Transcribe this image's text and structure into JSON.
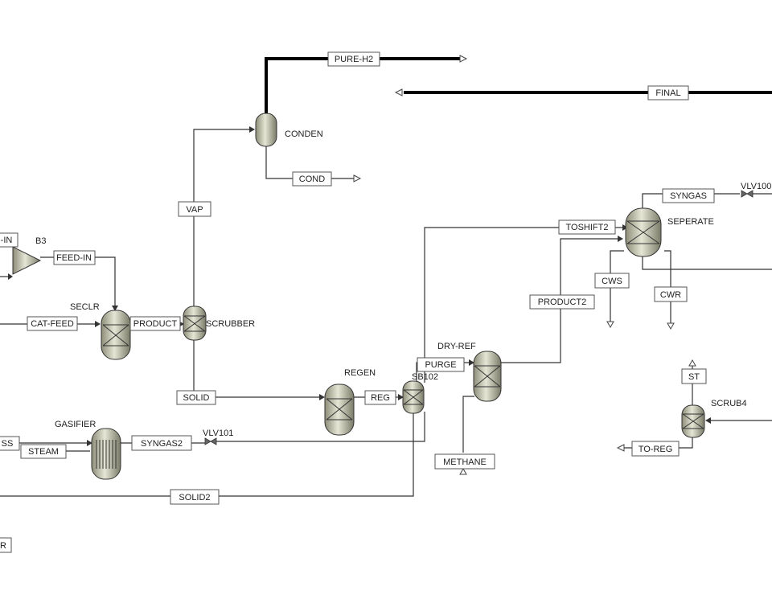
{
  "blocks": {
    "b3": "B3",
    "conden": "CONDEN",
    "seclr": "SECLR",
    "scrubber": "SCRUBBER",
    "regen": "REGEN",
    "sb102": "SB102",
    "dry_ref": "DRY-REF",
    "seperate": "SEPERATE",
    "gasifier": "GASIFIER",
    "vlv101": "VLV101",
    "vlv100": "VLV100",
    "scrub4": "SCRUB4"
  },
  "streams": {
    "pure_h2": "PURE-H2",
    "final": "FINAL",
    "cond": "COND",
    "vap": "VAP",
    "feed_in_left": "-IN",
    "feed_in": "FEED-IN",
    "cat_feed": "CAT-FEED",
    "product": "PRODUCT",
    "solid": "SOLID",
    "reg": "REG",
    "purge": "PURGE",
    "methane": "METHANE",
    "product2": "PRODUCT2",
    "toshift2": "TOSHIFT2",
    "syngas": "SYNGAS",
    "cws": "CWS",
    "cwr": "CWR",
    "st": "ST",
    "to_reg": "TO-REG",
    "ss": "SS",
    "steam": "STEAM",
    "syngas2": "SYNGAS2",
    "solid2": "SOLID2",
    "r": "R"
  },
  "colors": {
    "vessel_fill": "#c9c9b4",
    "line": "#333333",
    "box_border": "#555555"
  }
}
